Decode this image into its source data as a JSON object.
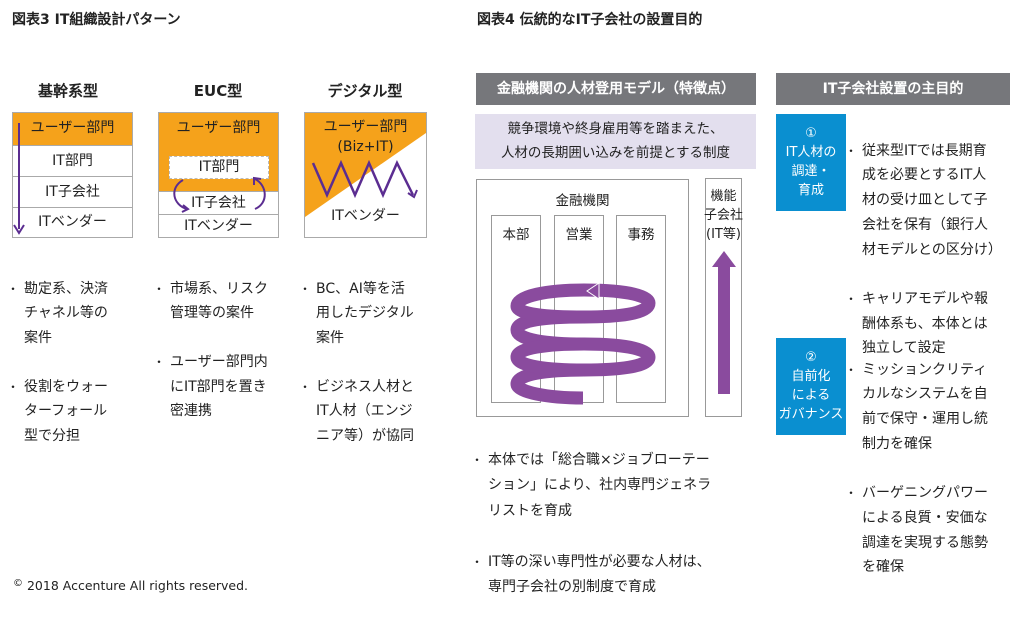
{
  "fig3": {
    "title": "図表3  IT組織設計パターン",
    "columns": [
      {
        "heading": "基幹系型",
        "rows": [
          "ユーザー部門",
          "IT部門",
          "IT子会社",
          "ITベンダー"
        ],
        "bullets": [
          "勘定系、決済\nチャネル等の\n案件",
          "役割をウォー\nターフォール\n型で分担"
        ]
      },
      {
        "heading": "EUC型",
        "rows": [
          "ユーザー部門",
          "IT部門",
          "IT子会社",
          "ITベンダー"
        ],
        "bullets": [
          "市場系、リスク\n管理等の案件",
          "ユーザー部門内\nにIT部門を置き\n密連携"
        ]
      },
      {
        "heading": "デジタル型",
        "rows": [
          "ユーザー部門\n(Biz+IT)",
          "ITベンダー"
        ],
        "bullets": [
          "BC、AI等を活\n用したデジタル\n案件",
          "ビジネス人材と\nIT人材（エンジ\nニア等）が協同"
        ]
      }
    ]
  },
  "fig4": {
    "title": "図表4  伝統的なIT子会社の設置目的",
    "left": {
      "header": "金融機関の人材登用モデル（特徴点）",
      "premise": "競争環境や終身雇用等を踏まえた、\n人材の長期囲い込みを前提とする制度",
      "org_label": "金融機関",
      "depts": [
        "本部",
        "営業",
        "事務"
      ],
      "subsidiary_label": "機能\n子会社\n(IT等)",
      "bullets": [
        "本体では「総合職×ジョブローテー\nション」により、社内専門ジェネラ\nリストを育成",
        "IT等の深い専門性が必要な人材は、\n専門子会社の別制度で育成"
      ]
    },
    "right": {
      "header": "IT子会社設置の主目的",
      "purposes": [
        {
          "label": "①\nIT人材の\n調達・\n育成",
          "bullets": [
            "従来型ITでは長期育\n成を必要とするIT人\n材の受け皿として子\n会社を保有（銀行人\n材モデルとの区分け）",
            "キャリアモデルや報\n酬体系も、本体とは\n独立して設定"
          ]
        },
        {
          "label": "②\n自前化\nによる\nガバナンス",
          "bullets": [
            "ミッションクリティ\nカルなシステムを自\n前で保守・運用し統\n制力を確保",
            "バーゲニングパワー\nによる良質・安価な\n調達を実現する態勢\nを確保"
          ]
        }
      ]
    }
  },
  "footer": {
    "copyright_symbol": "©",
    "copyright": "2018 Accenture All rights reserved."
  },
  "colors": {
    "orange": "#f5a21b",
    "purple": "#5b2d91",
    "spiral": "#8a4b9e",
    "blue": "#0a8fd0",
    "gray_header": "#76777b",
    "lavender": "#e3dfee"
  }
}
